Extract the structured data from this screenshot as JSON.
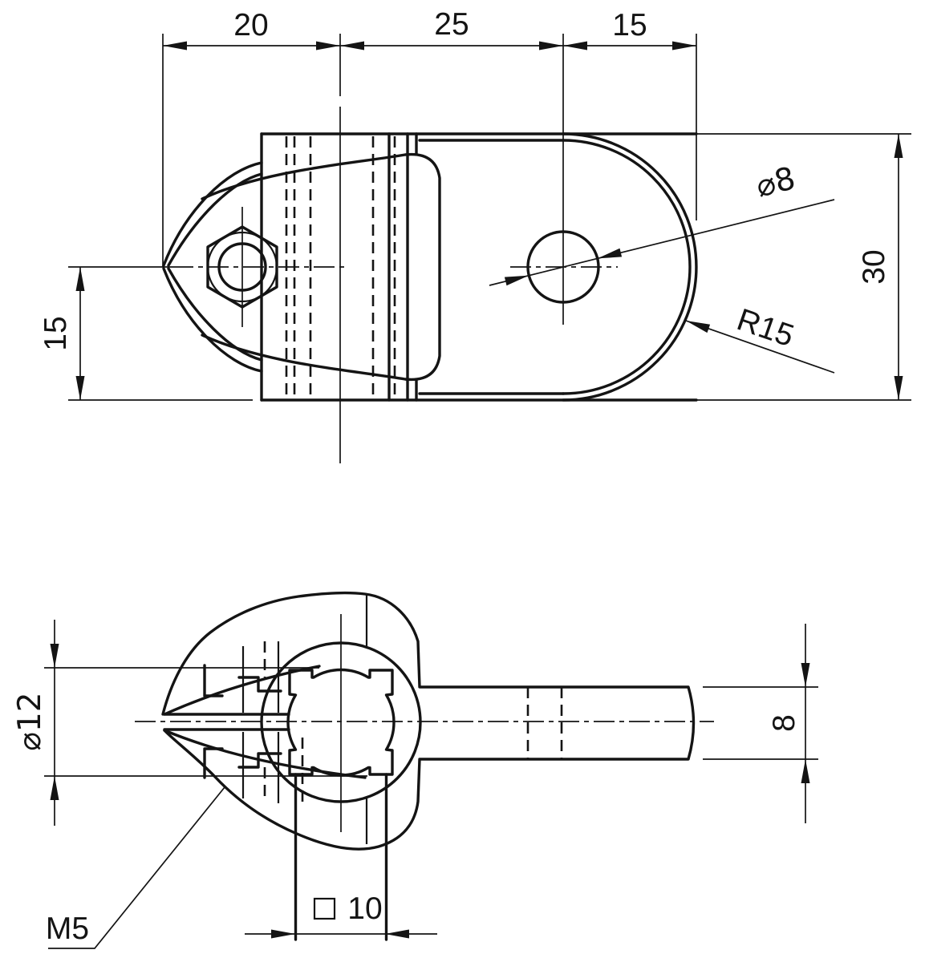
{
  "drawing": {
    "colors": {
      "background": "#ffffff",
      "line": "#141414"
    },
    "top_view": {
      "dims": {
        "d20": "20",
        "d25": "25",
        "d15_right": "15",
        "d30": "30",
        "d15_left": "15",
        "dia8": "⌀8",
        "r15": "R15"
      }
    },
    "bottom_view": {
      "dims": {
        "dia12": "⌀12",
        "d8": "8",
        "m5": "M5",
        "sq10_value": "10"
      }
    }
  }
}
